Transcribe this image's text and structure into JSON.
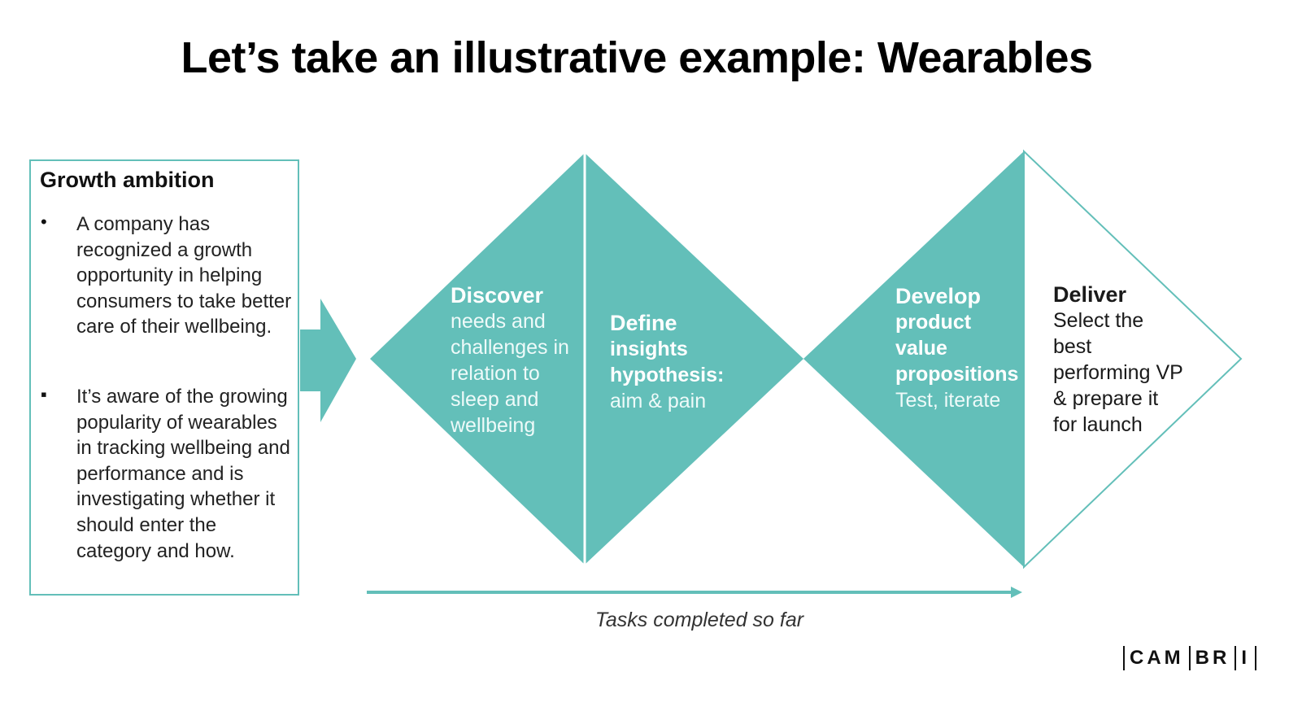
{
  "title": "Let’s take an illustrative example: Wearables",
  "ambition": {
    "heading": "Growth ambition",
    "bullets": [
      {
        "marker": "•",
        "text": "A company has recognized a growth opportunity in helping consumers to take better care of their wellbeing."
      },
      {
        "marker": "▪",
        "text": "It’s aware of the growing popularity of wearables in tracking wellbeing and performance and is investigating whether it should enter the category and how."
      }
    ]
  },
  "stages": {
    "discover": {
      "head": "Discover",
      "body": [
        "needs and",
        "challenges in",
        "relation to",
        "sleep and",
        "wellbeing"
      ]
    },
    "define": {
      "head": "Define",
      "bold": [
        "insights",
        "hypothesis:"
      ],
      "body": [
        "aim & pain"
      ]
    },
    "develop": {
      "head": "Develop",
      "bold": [
        "product",
        "value",
        "propositions"
      ],
      "body": [
        "Test, iterate"
      ]
    },
    "deliver": {
      "head": "Deliver",
      "body": [
        "Select the",
        "best",
        "performing VP",
        "& prepare it",
        "for launch"
      ]
    }
  },
  "caption": "Tasks completed so far",
  "logo": [
    "CAM",
    "BR",
    "I"
  ],
  "colors": {
    "teal": "#63bfb9",
    "teal_dark": "#5ab5af",
    "text": "#1a1a1a"
  }
}
